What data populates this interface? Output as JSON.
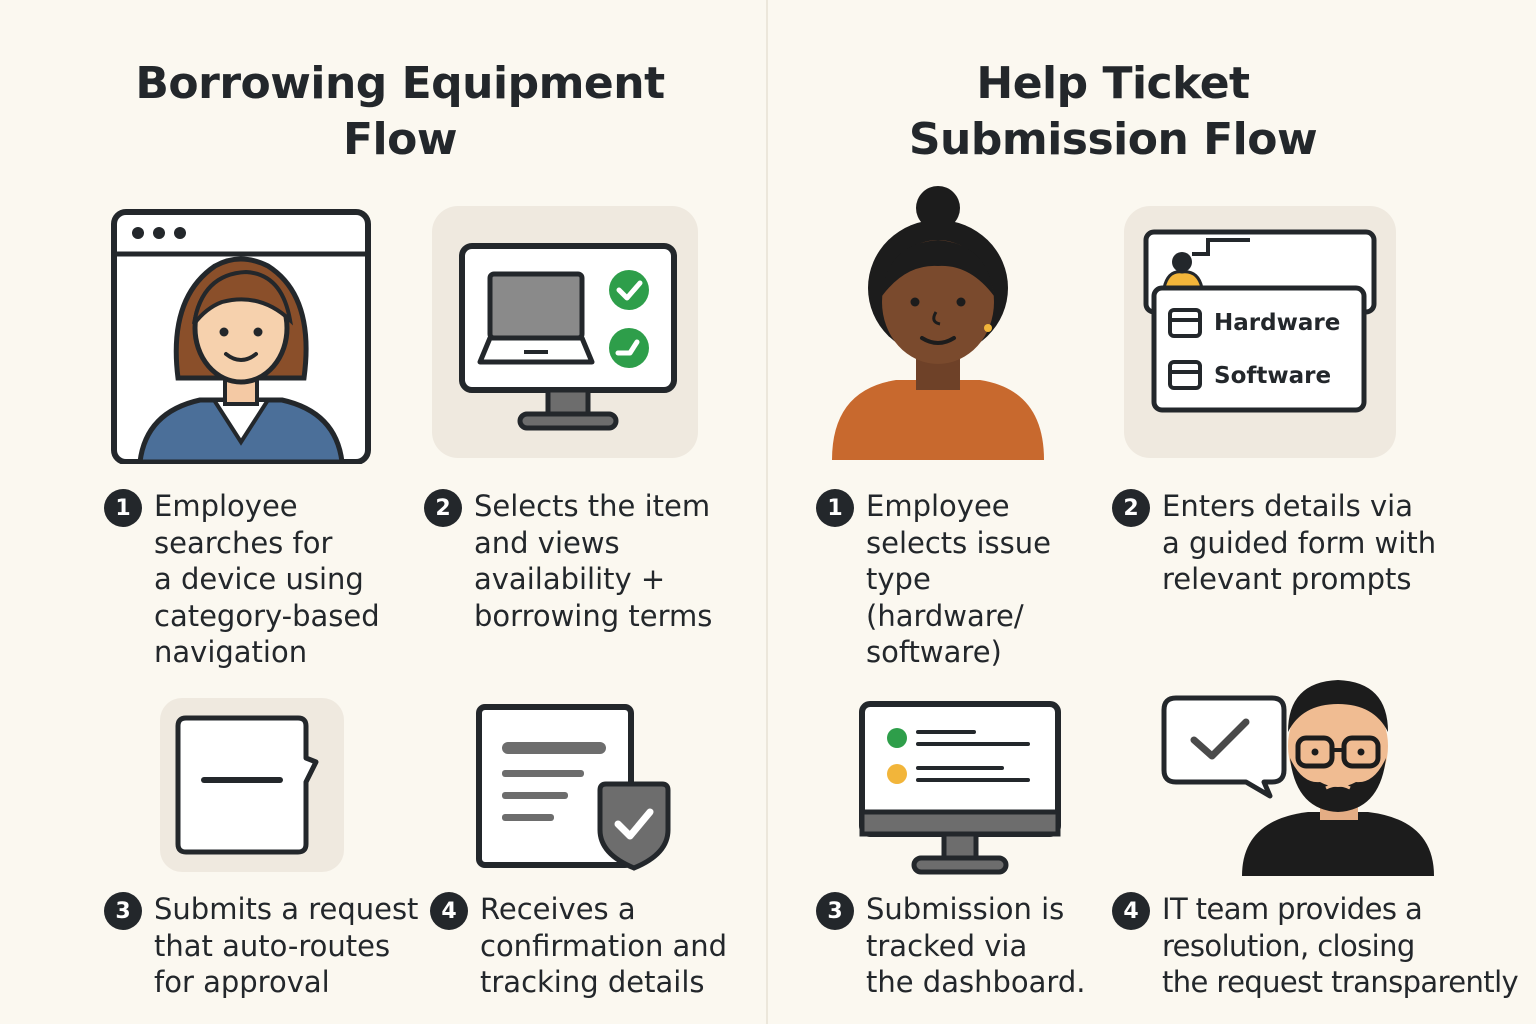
{
  "left": {
    "title": "Borrowing Equipment\nFlow",
    "steps": [
      {
        "number": "1",
        "text": "Employee\nsearches for\na device using\ncategory-based\nnavigation",
        "icon": "employee-window-icon"
      },
      {
        "number": "2",
        "text": "Selects the item\nand views\navailability +\nborrowing terms",
        "icon": "monitor-laptop-check-icon"
      },
      {
        "number": "3",
        "text": "Submits a request\nthat auto-routes\nfor approval",
        "icon": "request-form-icon"
      },
      {
        "number": "4",
        "text": "Receives a\nconfirmation and\ntracking details",
        "icon": "document-shield-icon"
      }
    ]
  },
  "right": {
    "title": "Help Ticket\nSubmission Flow",
    "steps": [
      {
        "number": "1",
        "text": "Employee\nselects issue\ntype\n(hardware/\nsoftware)",
        "icon": "employee-avatar-icon"
      },
      {
        "number": "2",
        "text": "Enters details via\na guided form with\nrelevant prompts",
        "icon": "issue-type-form-icon"
      },
      {
        "number": "3",
        "text": "Submission is\ntracked via\nthe dashboard.",
        "icon": "dashboard-monitor-icon"
      },
      {
        "number": "4",
        "text": "IT team provides a\nresolution, closing\nthe request transparently",
        "icon": "it-agent-check-icon"
      }
    ],
    "form_options": [
      "Hardware",
      "Software"
    ]
  },
  "colors": {
    "background": "#fbf8f0",
    "tile": "#efe9df",
    "ink": "#23272b",
    "green": "#2e9e4a",
    "yellow": "#f2b53a",
    "orange": "#c8692e",
    "blue": "#4b6f99"
  }
}
